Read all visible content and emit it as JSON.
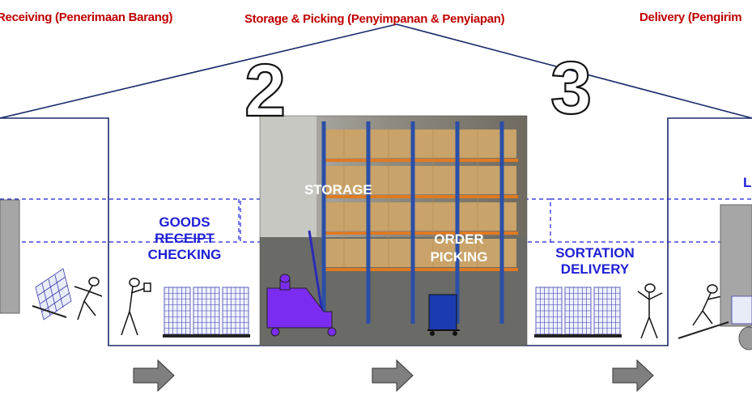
{
  "titles": {
    "receiving": "Receiving (Penerimaan Barang)",
    "storage_picking": "Storage & Picking (Penyimpanan & Penyiapan)",
    "delivery": "Delivery (Pengirim"
  },
  "numbers": {
    "two": "2",
    "three": "3"
  },
  "labels": {
    "goods_receipt_checking": [
      "GOODS",
      "RECEIPT",
      "CHECKING"
    ],
    "storage": "STORAGE",
    "order_picking": [
      "ORDER",
      "PICKING"
    ],
    "sortation_delivery": [
      "SORTATION",
      "DELIVERY"
    ],
    "loading_partial": "L"
  },
  "colors": {
    "title_red": "#c00000",
    "label_blue": "#1f1fd6",
    "building_line": "#1a2a6c",
    "forklift": "#7b2cf0",
    "arrow_gray": "#7f7f7f"
  },
  "icons": [
    "stick-figure-icon",
    "pallet-rack-icon",
    "forklift-icon",
    "flow-arrow-icon",
    "truck-icon"
  ]
}
